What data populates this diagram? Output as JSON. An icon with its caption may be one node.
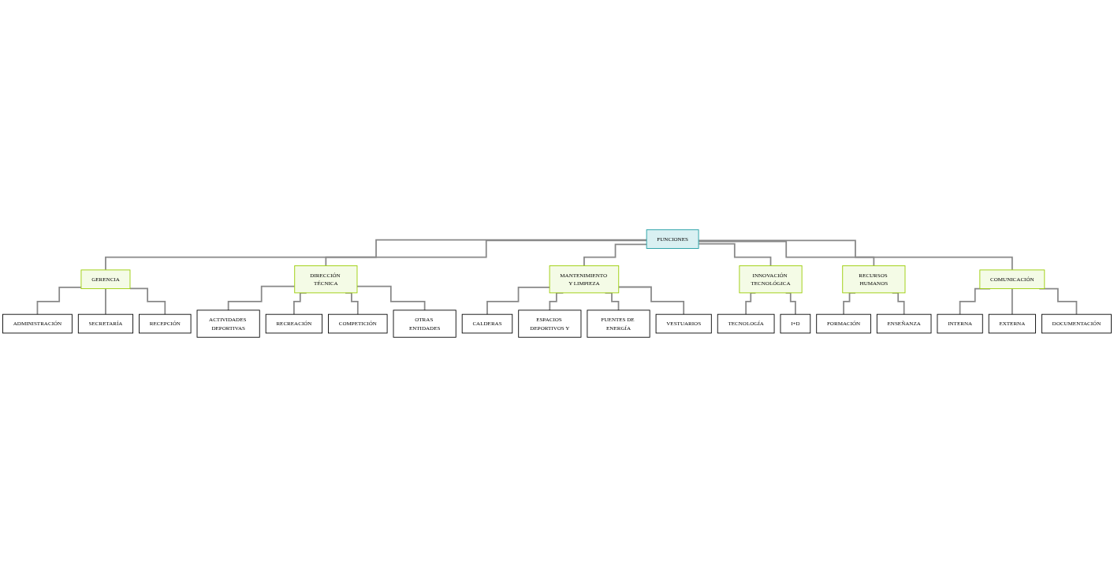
{
  "diagram": {
    "nodes": [
      {
        "text": [
          "FUNCIONES"
        ]
      },
      {
        "text": [
          "GERENCIA"
        ]
      },
      {
        "text": [
          "DIRECCIÓN TÉCNICA"
        ]
      },
      {
        "text": [
          "MANTENIMIENTO Y LIMPIEZA"
        ]
      },
      {
        "text": [
          "INNOVACIÓN TECNOLÓGICA"
        ]
      },
      {
        "text": [
          "RECURSOS HUMANOS"
        ]
      },
      {
        "text": [
          "COMUNICACIÓN"
        ]
      },
      {
        "text": [
          "ADMINISTRACIÓN"
        ]
      },
      {
        "text": [
          "SECRETARÍA"
        ]
      },
      {
        "text": [
          "RECEPCIÓN"
        ]
      },
      {
        "text": [
          "ACTIVIDADES DEPORTIVAS"
        ]
      },
      {
        "text": [
          "RECREACIÓN"
        ]
      },
      {
        "text": [
          "COMPETICIÓN"
        ]
      },
      {
        "text": [
          "OTRAS ENTIDADES"
        ]
      },
      {
        "text": [
          "CALDERAS"
        ]
      },
      {
        "text": [
          "ESPACIOS DEPORTIVOS Y"
        ]
      },
      {
        "text": [
          "FUENTES DE ENERGÍA"
        ]
      },
      {
        "text": [
          "VESTUARIOS"
        ]
      },
      {
        "text": [
          "TECNOLOGÍA"
        ]
      },
      {
        "text": [
          "I+D"
        ]
      },
      {
        "text": [
          "FORMACIÓN"
        ]
      },
      {
        "text": [
          "ENSEÑANZA"
        ]
      },
      {
        "text": [
          "INTERNA"
        ]
      },
      {
        "text": [
          "EXTERNA"
        ]
      },
      {
        "text": [
          "DOCUMENTACIÓN"
        ]
      }
    ],
    "edges": [
      {
        "from": 0,
        "to": 1,
        "arrow": "none"
      },
      {
        "from": 0,
        "to": 2,
        "arrow": "none"
      },
      {
        "from": 0,
        "to": 3,
        "arrow": "none"
      },
      {
        "from": 0,
        "to": 4,
        "arrow": "none"
      },
      {
        "from": 0,
        "to": 5,
        "arrow": "none"
      },
      {
        "from": 0,
        "to": 6,
        "arrow": "none"
      },
      {
        "from": 1,
        "to": 7,
        "arrow": "none"
      },
      {
        "from": 1,
        "to": 8,
        "arrow": "none"
      },
      {
        "from": 1,
        "to": 9,
        "arrow": "none"
      },
      {
        "from": 2,
        "to": 10,
        "arrow": "none"
      },
      {
        "from": 2,
        "to": 11,
        "arrow": "none"
      },
      {
        "from": 2,
        "to": 12,
        "arrow": "none"
      },
      {
        "from": 2,
        "to": 13,
        "arrow": "none"
      },
      {
        "from": 3,
        "to": 14,
        "arrow": "none"
      },
      {
        "from": 3,
        "to": 15,
        "arrow": "none"
      },
      {
        "from": 3,
        "to": 16,
        "arrow": "none"
      },
      {
        "from": 3,
        "to": 17,
        "arrow": "none"
      },
      {
        "from": 4,
        "to": 18,
        "arrow": "none"
      },
      {
        "from": 4,
        "to": 19,
        "arrow": "none"
      },
      {
        "from": 5,
        "to": 20,
        "arrow": "none"
      },
      {
        "from": 5,
        "to": 21,
        "arrow": "none"
      },
      {
        "from": 6,
        "to": 22,
        "arrow": "none"
      },
      {
        "from": 6,
        "to": 23,
        "arrow": "none"
      },
      {
        "from": 6,
        "to": 24,
        "arrow": "none"
      }
    ]
  }
}
